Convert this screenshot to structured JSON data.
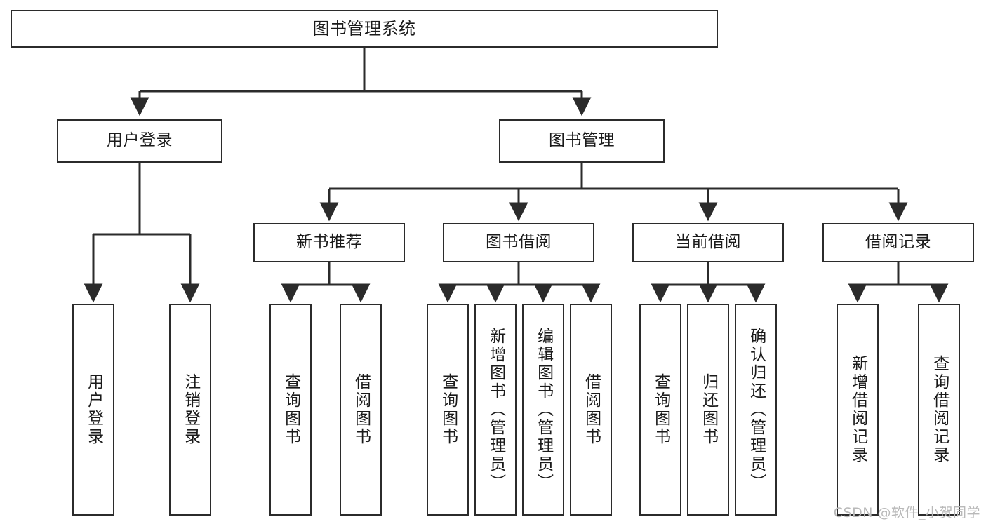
{
  "diagram": {
    "title": "图书管理系统",
    "type": "tree-hierarchy",
    "orientation": "top-down",
    "style": {
      "box_fill": "#ffffff",
      "box_stroke": "#2b2b2b",
      "edge_stroke": "#2b2b2b",
      "text_color": "#1a1a1a",
      "background": "#ffffff",
      "watermark_color": "#b9b9b9"
    },
    "root": {
      "id": "root",
      "label": "图书管理系统"
    },
    "level2": [
      {
        "id": "user-login",
        "label": "用户登录"
      },
      {
        "id": "book-manage",
        "label": "图书管理"
      }
    ],
    "level3": [
      {
        "id": "new-book-recommend",
        "label": "新书推荐",
        "parent": "book-manage"
      },
      {
        "id": "book-borrow",
        "label": "图书借阅",
        "parent": "book-manage"
      },
      {
        "id": "current-borrow",
        "label": "当前借阅",
        "parent": "book-manage"
      },
      {
        "id": "borrow-record",
        "label": "借阅记录",
        "parent": "book-manage"
      }
    ],
    "leaves": [
      {
        "id": "leaf-user-login",
        "label": "用户登录",
        "parent": "user-login"
      },
      {
        "id": "leaf-logout-login",
        "label": "注销登录",
        "parent": "user-login"
      },
      {
        "id": "leaf-query-book-1",
        "label": "查询图书",
        "parent": "new-book-recommend"
      },
      {
        "id": "leaf-borrow-book-1",
        "label": "借阅图书",
        "parent": "new-book-recommend"
      },
      {
        "id": "leaf-query-book-2",
        "label": "查询图书",
        "parent": "book-borrow"
      },
      {
        "id": "leaf-add-book",
        "label": "新增图书（管理员）",
        "parent": "book-borrow"
      },
      {
        "id": "leaf-edit-book",
        "label": "编辑图书（管理员）",
        "parent": "book-borrow"
      },
      {
        "id": "leaf-borrow-book-2",
        "label": "借阅图书",
        "parent": "book-borrow"
      },
      {
        "id": "leaf-query-book-3",
        "label": "查询图书",
        "parent": "current-borrow"
      },
      {
        "id": "leaf-return-book",
        "label": "归还图书",
        "parent": "current-borrow"
      },
      {
        "id": "leaf-confirm-return",
        "label": "确认归还（管理员）",
        "parent": "current-borrow"
      },
      {
        "id": "leaf-add-record",
        "label": "新增借阅记录",
        "parent": "borrow-record"
      },
      {
        "id": "leaf-query-record",
        "label": "查询借阅记录",
        "parent": "borrow-record"
      }
    ]
  },
  "watermark": {
    "text": "CSDN @软件_小贺同学"
  }
}
